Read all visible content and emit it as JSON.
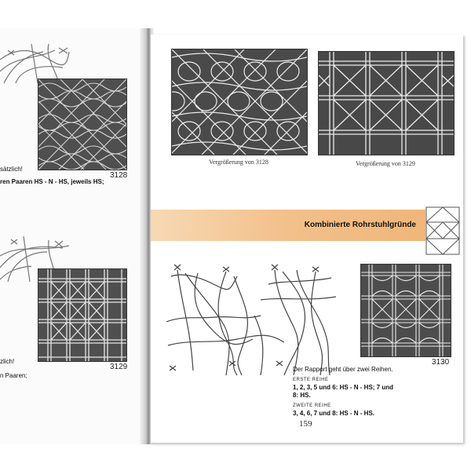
{
  "left_page": {
    "patterns": [
      {
        "number": "3128"
      },
      {
        "number": "3129"
      }
    ],
    "text_fragments": [
      "sätzlich!",
      "ren Paaren  HS - N - HS, jeweils HS;",
      "zlich!",
      "n Paaren;"
    ]
  },
  "right_page": {
    "captions": [
      "Vergrößerung von 3128",
      "Vergrößerung von 3129"
    ],
    "section_title": "Kombinierte Rohrstuhlgründe",
    "pattern_number": "3130",
    "description": {
      "intro": "Der Rapport geht über zwei Reihen.",
      "first_row_heading": "Erste Reihe",
      "first_row_text": "1, 2, 3, 5 und 6: HS - N - HS; 7 und 8: HS.",
      "second_row_heading": "Zweite Reihe",
      "second_row_text": "3, 4, 6, 7 und 8: HS - N - HS."
    },
    "page_number": "159"
  },
  "colors": {
    "band_accent": "#f2c08a",
    "lace_background": "#4f4f4f",
    "thread": "#e8e8e8"
  }
}
